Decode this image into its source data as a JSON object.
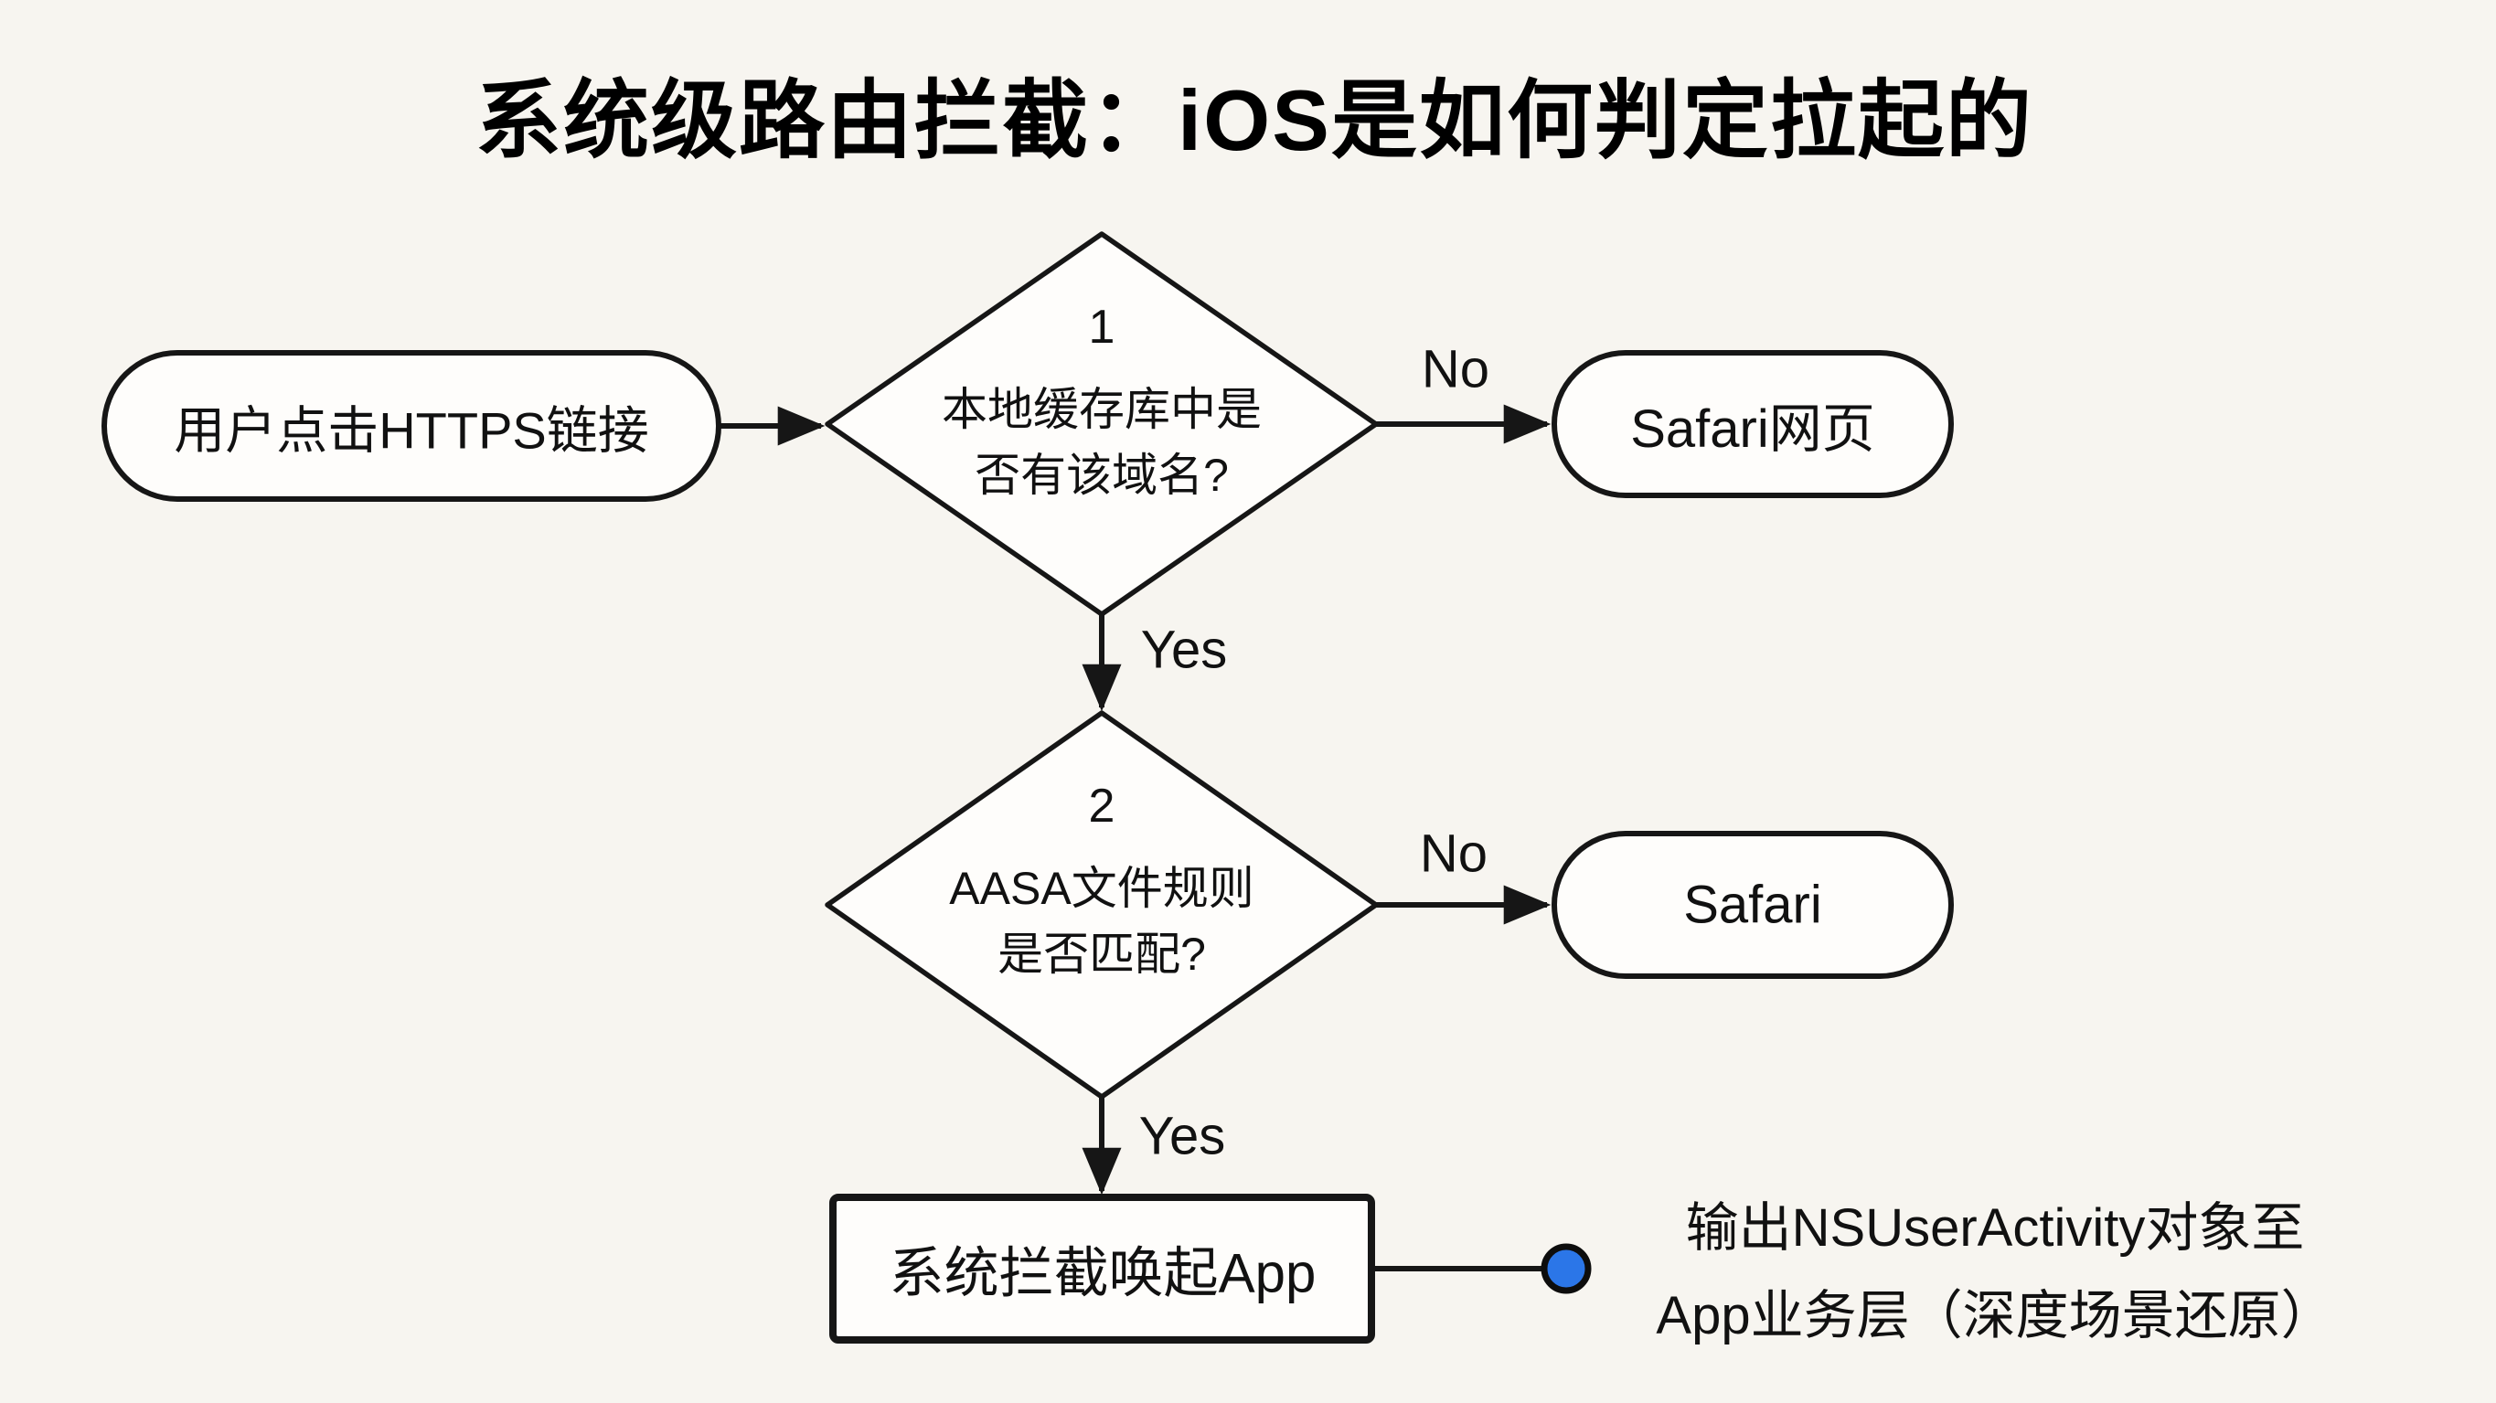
{
  "title": "系统级路由拦截：iOS是如何判定拉起的",
  "colors": {
    "background": "#f7f5f0",
    "line": "#161616",
    "node_fill": "#fefdfb",
    "text": "#111111",
    "output_dot_fill": "#2b76e8"
  },
  "nodes": {
    "start": {
      "label": "用户点击HTTPS链接"
    },
    "decision1": {
      "number": "1",
      "line1": "本地缓存库中是",
      "line2": "否有该域名?"
    },
    "safari_web": {
      "label": "Safari网页"
    },
    "decision2": {
      "number": "2",
      "line1": "AASA文件规则",
      "line2": "是否匹配?"
    },
    "safari": {
      "label": "Safari"
    },
    "intercept": {
      "label": "系统拦截唤起App"
    }
  },
  "edges": {
    "no1": "No",
    "yes1": "Yes",
    "no2": "No",
    "yes2": "Yes"
  },
  "output_note": {
    "line1": "输出NSUserActivity对象至",
    "line2": "App业务层（深度场景还原）"
  }
}
